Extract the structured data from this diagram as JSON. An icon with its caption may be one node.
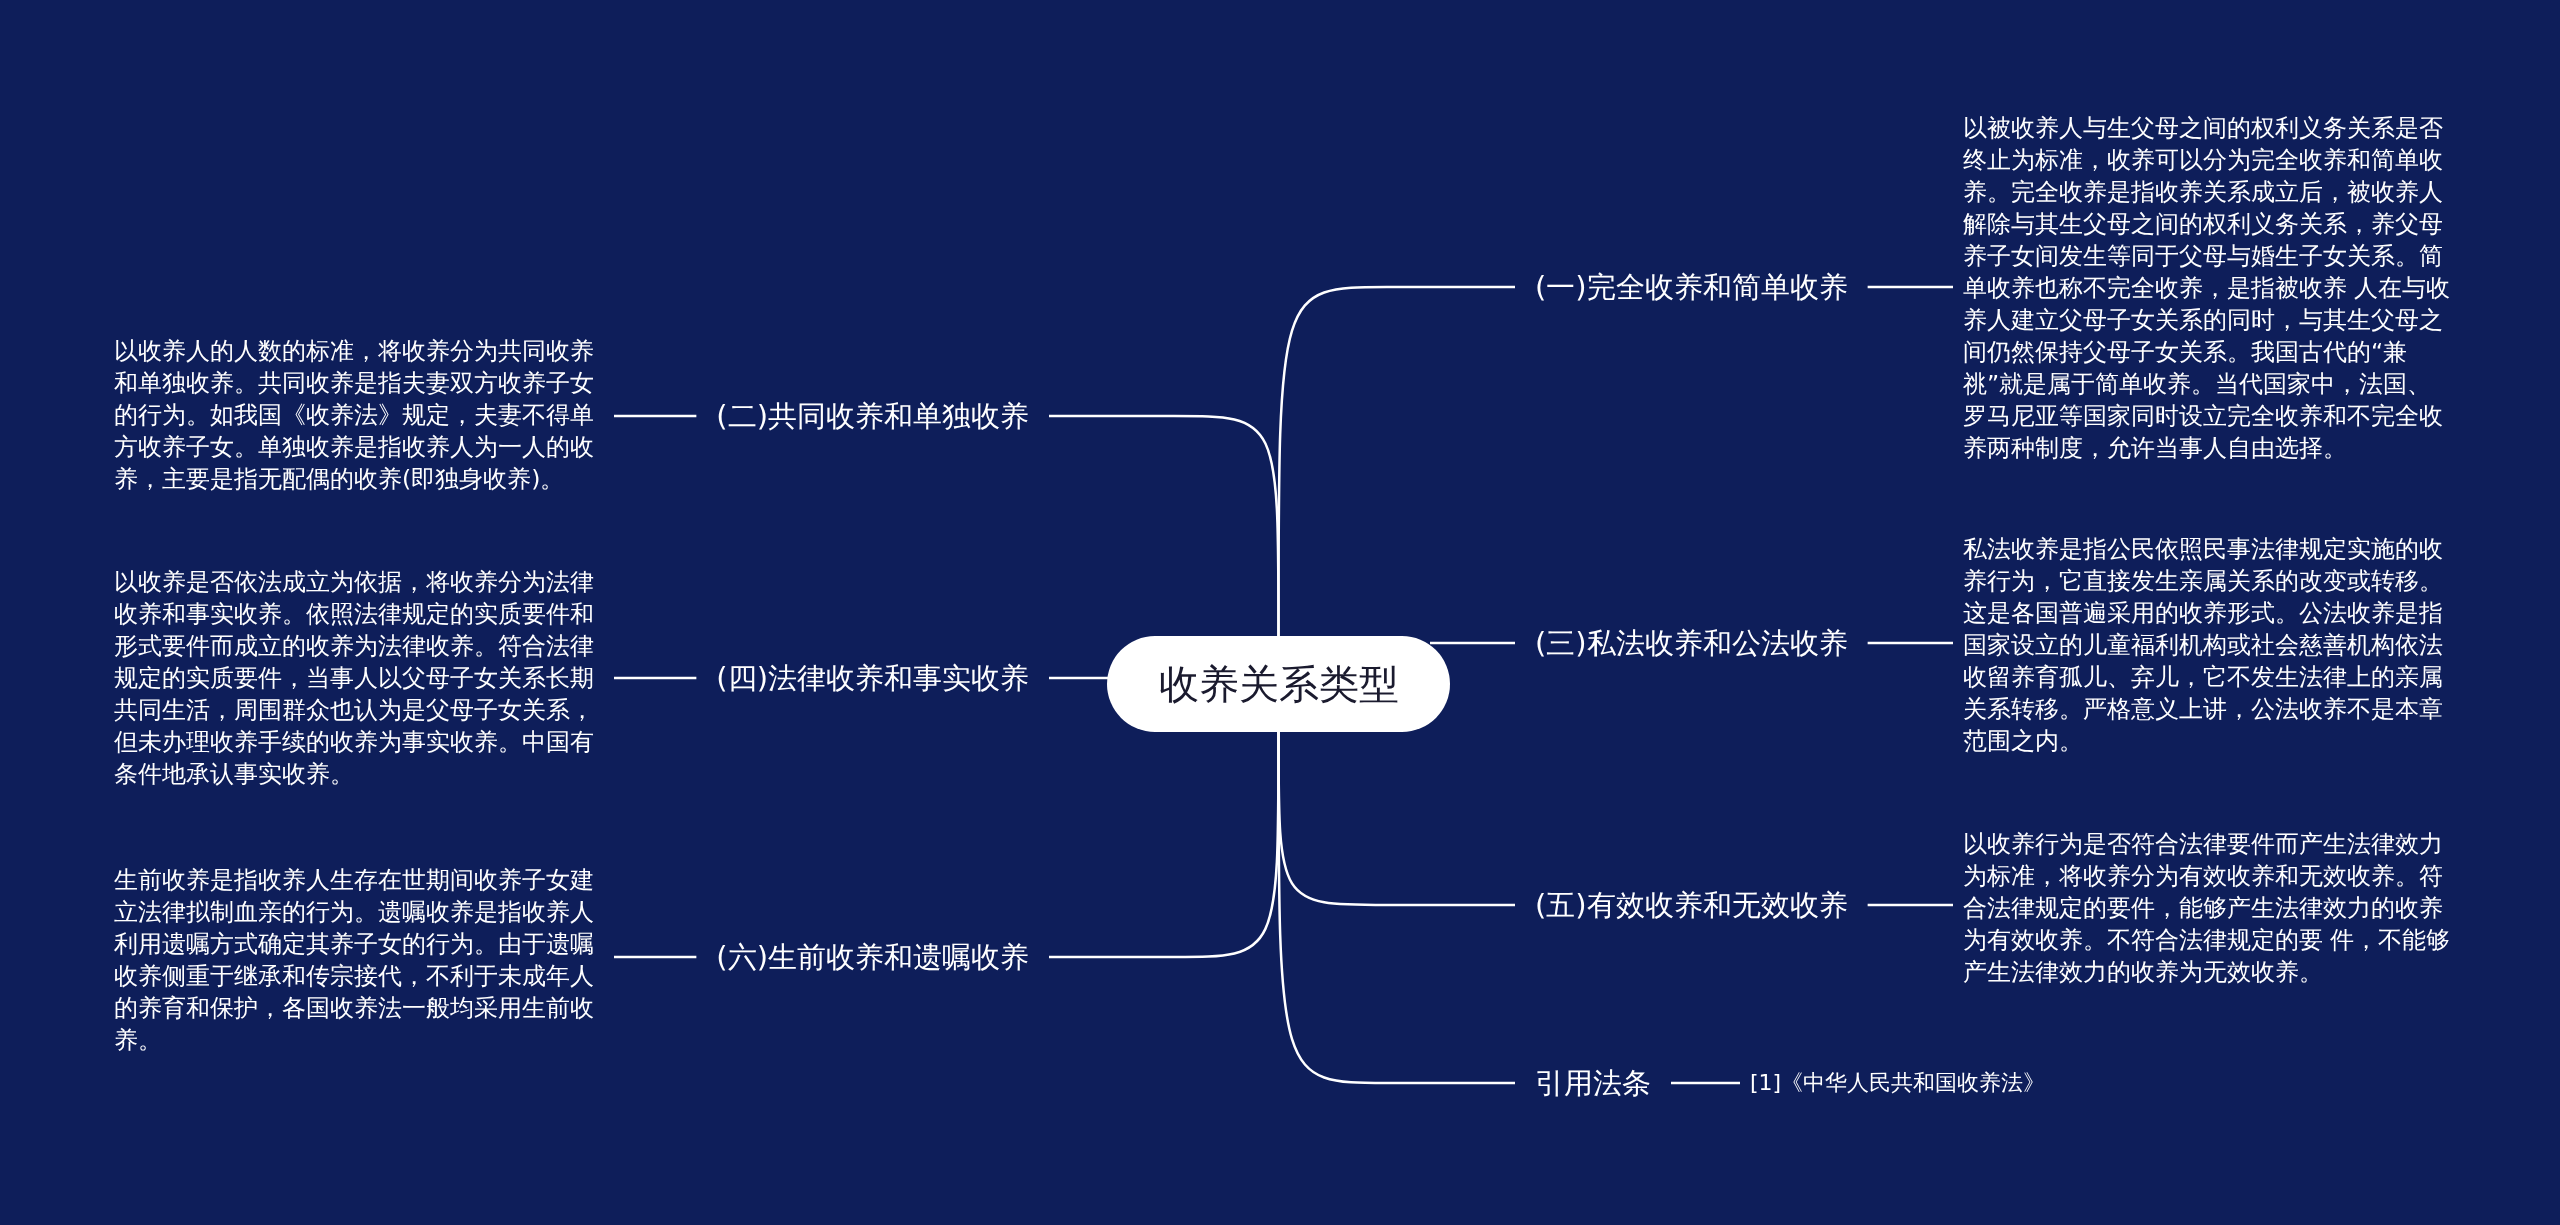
{
  "diagram": {
    "nodes": [
      {
        "text": [
          "收养关系类型"
        ]
      },
      {
        "text": [
          "(一)完全收养和简单收养"
        ]
      },
      {
        "text": [
          "以被收养人与生父母之间的权利义务关系是否终止为标准，收养可以分为完全收养和简单收养。完全收养是指收养关系成立后，被收养人解除与其生父母之间的权利义务关系，养父母养子女间发生等同于父母与婚生子女关系。简单收养也称不完全收养，是指被收养 人在与收养人建立父母子女关系的同时，与其生父母之间仍然保持父母子女关系。我国古代的“兼祧”就是属于简单收养。当代国家中，法国、罗马尼亚等国家同时设立完全收养和不完全收养两种制度，允许当事人自由选择。"
        ]
      },
      {
        "text": [
          "(二)共同收养和单独收养"
        ]
      },
      {
        "text": [
          "以收养人的人数的标准，将收养分为共同收养和单独收养。共同收养是指夫妻双方收养子女的行为。如我国《收养法》规定，夫妻不得单方收养子女。单独收养是指收养人为一人的收养，主要是指无配偶的收养(即独身收养)。"
        ]
      },
      {
        "text": [
          "(三)私法收养和公法收养"
        ]
      },
      {
        "text": [
          "私法收养是指公民依照民事法律规定实施的收养行为，它直接发生亲属关系的改变或转移。这是各国普遍采用的收养形式。公法收养是指国家设立的儿童福利机构或社会慈善机构依法收留养育孤儿、弃儿，它不发生法律上的亲属关系转移。严格意义上讲，公法收养不是本章范围之内。"
        ]
      },
      {
        "text": [
          "(四)法律收养和事实收养"
        ]
      },
      {
        "text": [
          "以收养是否依法成立为依据，将收养分为法律收养和事实收养。依照法律规定的实质要件和形式要件而成立的收养为法律收养。符合法律规定的实质要件，当事人以父母子女关系长期共同生活，周围群众也认为是父母子女关系，但未办理收养手续的收养为事实收养。中国有条件地承认事实收养。"
        ]
      },
      {
        "text": [
          "(五)有效收养和无效收养"
        ]
      },
      {
        "text": [
          "以收养行为是否符合法律要件而产生法律效力为标准，将收养分为有效收养和无效收养。符合法律规定的要件，能够产生法律效力的收养为有效收养。不符合法律规定的要 件，不能够产生法律效力的收养为无效收养。"
        ]
      },
      {
        "text": [
          "(六)生前收养和遗嘱收养"
        ]
      },
      {
        "text": [
          "生前收养是指收养人生存在世期间收养子女建立法律拟制血亲的行为。遗嘱收养是指收养人利用遗嘱方式确定其养子女的行为。由于遗嘱收养侧重于继承和传宗接代，不利于未成年人的养育和保护，各国收养法一般均采用生前收养。"
        ]
      },
      {
        "text": [
          "引用法条"
        ]
      },
      {
        "text": [
          "[1]《中华人民共和国收养法》"
        ]
      }
    ],
    "edges": [
      {
        "from": 0,
        "to": 1,
        "arrow": "none"
      },
      {
        "from": 0,
        "to": 3,
        "arrow": "none"
      },
      {
        "from": 0,
        "to": 5,
        "arrow": "none"
      },
      {
        "from": 0,
        "to": 7,
        "arrow": "none"
      },
      {
        "from": 0,
        "to": 9,
        "arrow": "none"
      },
      {
        "from": 0,
        "to": 11,
        "arrow": "none"
      },
      {
        "from": 0,
        "to": 13,
        "arrow": "none"
      },
      {
        "from": 1,
        "to": 2,
        "arrow": "none"
      },
      {
        "from": 3,
        "to": 4,
        "arrow": "none"
      },
      {
        "from": 5,
        "to": 6,
        "arrow": "none"
      },
      {
        "from": 7,
        "to": 8,
        "arrow": "none"
      },
      {
        "from": 9,
        "to": 10,
        "arrow": "none"
      },
      {
        "from": 11,
        "to": 12,
        "arrow": "none"
      },
      {
        "from": 13,
        "to": 14,
        "arrow": "none"
      }
    ]
  }
}
